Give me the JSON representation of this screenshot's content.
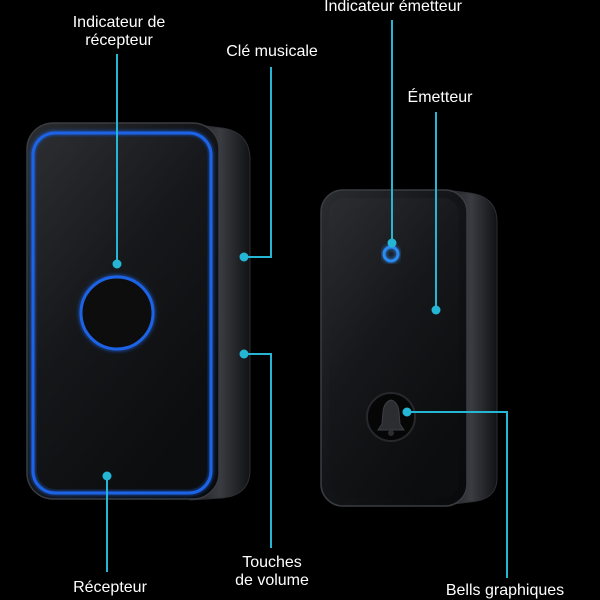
{
  "colors": {
    "background": "#000000",
    "leader_line": "#24b6d4",
    "receiver_glow": "#1e63e6",
    "device_body": "#121315"
  },
  "labels": {
    "indicateur_recepteur": "Indicateur de\nrécepteur",
    "cle_musicale": "Clé musicale",
    "indicateur_emetteur": "Indicateur émetteur",
    "emetteur": "Émetteur",
    "touches_volume": "Touches\nde volume",
    "recepteur": "Récepteur",
    "bells_graphiques": "Bells graphiques"
  },
  "icons": {
    "receiver_button": "ring-button-icon",
    "transmitter_indicator": "led-indicator-icon",
    "transmitter_button": "bell-icon"
  }
}
